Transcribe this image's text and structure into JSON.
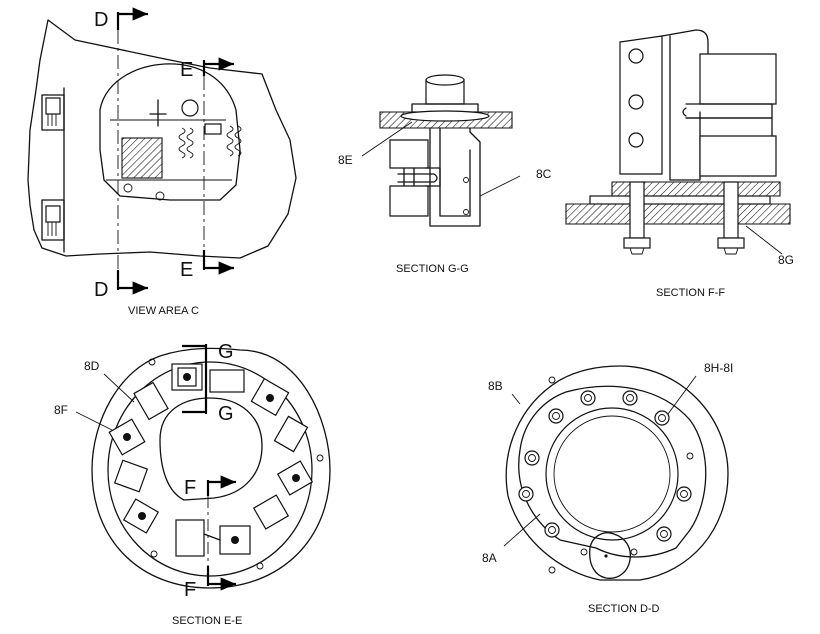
{
  "captions": {
    "view_area_c": "VIEW AREA C",
    "section_g_g": "SECTION G-G",
    "section_f_f": "SECTION F-F",
    "section_e_e": "SECTION E-E",
    "section_d_d": "SECTION D-D"
  },
  "cut_letters": {
    "d_top": "D",
    "d_bottom": "D",
    "e_top": "E",
    "e_bottom": "E",
    "g_top": "G",
    "g_bottom": "G",
    "f_top": "F",
    "f_bottom": "F"
  },
  "callouts": {
    "8e": "8E",
    "8c": "8C",
    "8g": "8G",
    "8d": "8D",
    "8f": "8F",
    "8b": "8B",
    "8h_8i": "8H-8I",
    "8a": "8A"
  }
}
